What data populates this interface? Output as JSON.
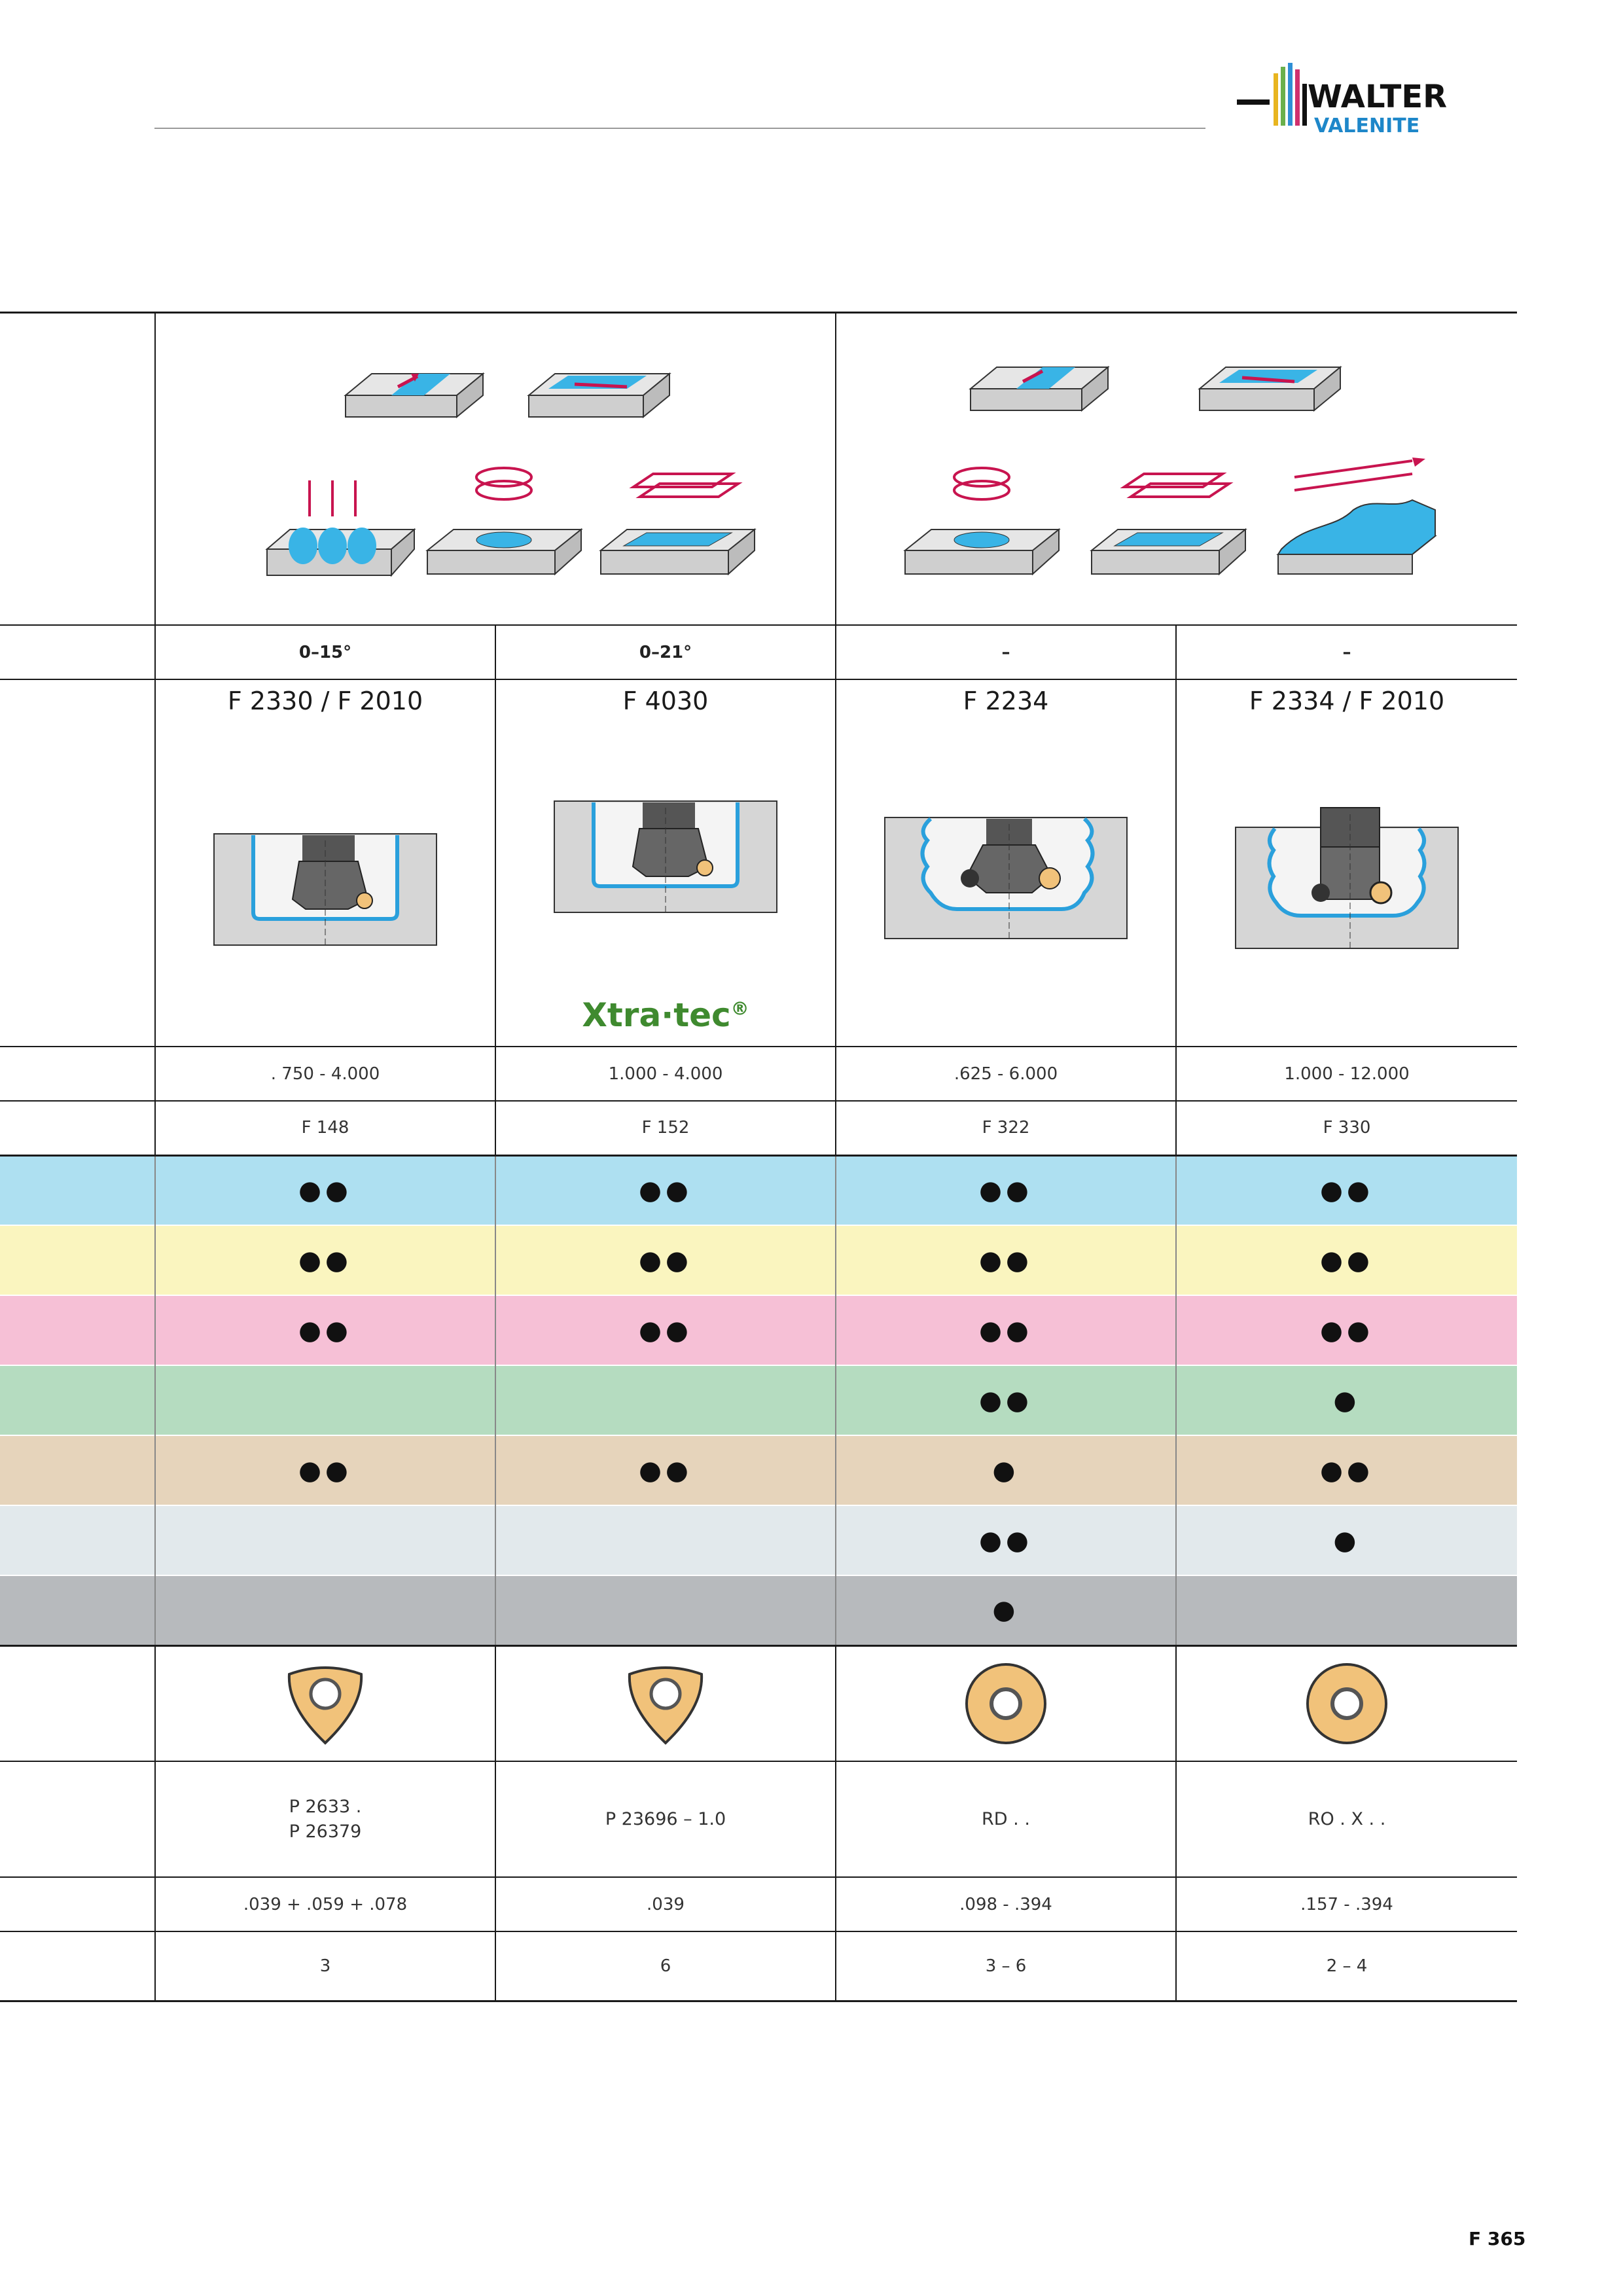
{
  "logo": {
    "line1": "WALTER",
    "line2": "VALENITE",
    "bar_colors": [
      "#e8b520",
      "#6ab04c",
      "#2f8fd6",
      "#d0306e"
    ]
  },
  "colors": {
    "row_blue": "#aee0f1",
    "row_yellow": "#faf5bf",
    "row_pink": "#f6c0d6",
    "row_green": "#b5dcc0",
    "row_tan": "#e6d4bb",
    "row_lightgray": "#e2e9ec",
    "row_gray": "#b7babd",
    "accent_red": "#c8144f",
    "workpiece_blue": "#39b4e6",
    "insert_gold": "#f1c27a",
    "xtratec_green": "#3f8a2f"
  },
  "columns": [
    {
      "angle": "0–15°",
      "title": "F 2330 / F 2010",
      "badge": "",
      "diameter": ". 750 - 4.000",
      "page": "F 148",
      "materials": [
        "●●",
        "●●",
        "●●",
        "",
        "●●",
        "",
        ""
      ],
      "insert_icon": "trigon-insert-icon",
      "insert_code": [
        "P 2633 .",
        "P 26379"
      ],
      "cut_depth": ".039 + .059 + .078",
      "teeth": "3"
    },
    {
      "angle": "0–21°",
      "title": "F 4030",
      "badge": "Xtra·tec",
      "badge_mark": "®",
      "diameter": "1.000 - 4.000",
      "page": "F 152",
      "materials": [
        "●●",
        "●●",
        "●●",
        "",
        "●●",
        "",
        ""
      ],
      "insert_icon": "trigon-insert-icon",
      "insert_code": [
        "P 23696 – 1.0"
      ],
      "cut_depth": ".039",
      "teeth": "6"
    },
    {
      "angle": "–",
      "title": "F 2234",
      "badge": "",
      "diameter": ".625 - 6.000",
      "page": "F 322",
      "materials": [
        "●●",
        "●●",
        "●●",
        "●●",
        "●",
        "●●",
        "●"
      ],
      "insert_icon": "round-insert-icon",
      "insert_code": [
        "RD . ."
      ],
      "cut_depth": ".098 - .394",
      "teeth": "3 – 6"
    },
    {
      "angle": "–",
      "title": "F 2334 / F 2010",
      "badge": "",
      "diameter": "1.000 - 12.000",
      "page": "F 330",
      "materials": [
        "●●",
        "●●",
        "●●",
        "●",
        "●●",
        "●",
        ""
      ],
      "insert_icon": "round-insert-icon",
      "insert_code": [
        "RO . X . ."
      ],
      "cut_depth": ".157 - .394",
      "teeth": "2 – 4"
    }
  ],
  "page_number": "F 365"
}
